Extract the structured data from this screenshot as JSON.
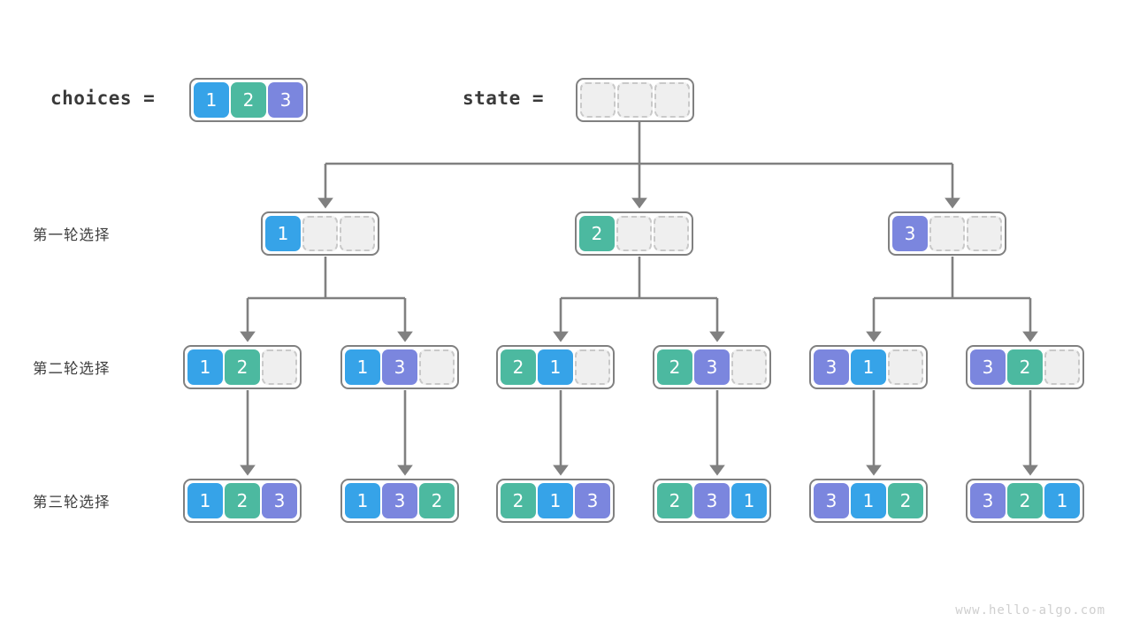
{
  "header": {
    "choices_label": "choices =",
    "state_label": "state =",
    "choices_values": [
      "1",
      "2",
      "3"
    ],
    "state_values": [
      "",
      "",
      ""
    ]
  },
  "row_labels": [
    "第一轮选择",
    "第二轮选择",
    "第三轮选择"
  ],
  "colors": {
    "value_1": "#36a3e8",
    "value_2": "#4cb9a0",
    "value_3": "#7b86de",
    "edge": "#808080",
    "node_border": "#808080",
    "empty_cell_fill": "#efefef",
    "empty_cell_border": "#c9c9c9",
    "text": "#3f3f3f",
    "watermark": "#cfcfcf"
  },
  "tree": {
    "root": {
      "values": [
        "",
        "",
        ""
      ]
    },
    "level1": [
      {
        "values": [
          "1",
          "",
          ""
        ]
      },
      {
        "values": [
          "2",
          "",
          ""
        ]
      },
      {
        "values": [
          "3",
          "",
          ""
        ]
      }
    ],
    "level2": [
      {
        "values": [
          "1",
          "2",
          ""
        ]
      },
      {
        "values": [
          "1",
          "3",
          ""
        ]
      },
      {
        "values": [
          "2",
          "1",
          ""
        ]
      },
      {
        "values": [
          "2",
          "3",
          ""
        ]
      },
      {
        "values": [
          "3",
          "1",
          ""
        ]
      },
      {
        "values": [
          "3",
          "2",
          ""
        ]
      }
    ],
    "level3": [
      {
        "values": [
          "1",
          "2",
          "3"
        ]
      },
      {
        "values": [
          "1",
          "3",
          "2"
        ]
      },
      {
        "values": [
          "2",
          "1",
          "3"
        ]
      },
      {
        "values": [
          "2",
          "3",
          "1"
        ]
      },
      {
        "values": [
          "3",
          "1",
          "2"
        ]
      },
      {
        "values": [
          "3",
          "2",
          "1"
        ]
      }
    ]
  },
  "watermark": "www.hello-algo.com"
}
